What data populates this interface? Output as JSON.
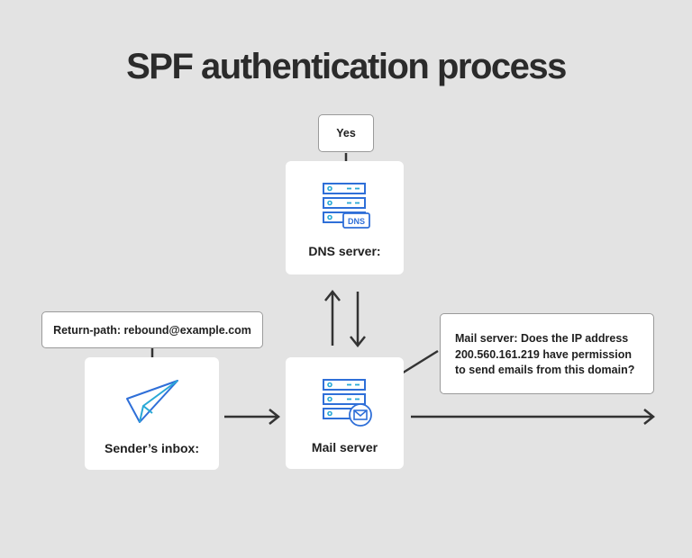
{
  "title": "SPF authentication process",
  "callouts": {
    "yes": "Yes",
    "return_path": "Return-path: rebound@example.com",
    "mail_server_question": "Mail server: Does the IP address 200.560.161.219 have permission to send emails from this domain?"
  },
  "nodes": {
    "dns": {
      "label": "DNS server:",
      "icon": "server-dns-icon",
      "badge": "DNS"
    },
    "sender": {
      "label": "Sender’s inbox:",
      "icon": "paper-plane-icon"
    },
    "mail": {
      "label": "Mail server",
      "icon": "server-mail-icon"
    }
  },
  "colors": {
    "background": "#e3e3e3",
    "card": "#ffffff",
    "icon_blue": "#2f6fd8",
    "icon_cyan": "#29a9d6",
    "line": "#333333"
  }
}
